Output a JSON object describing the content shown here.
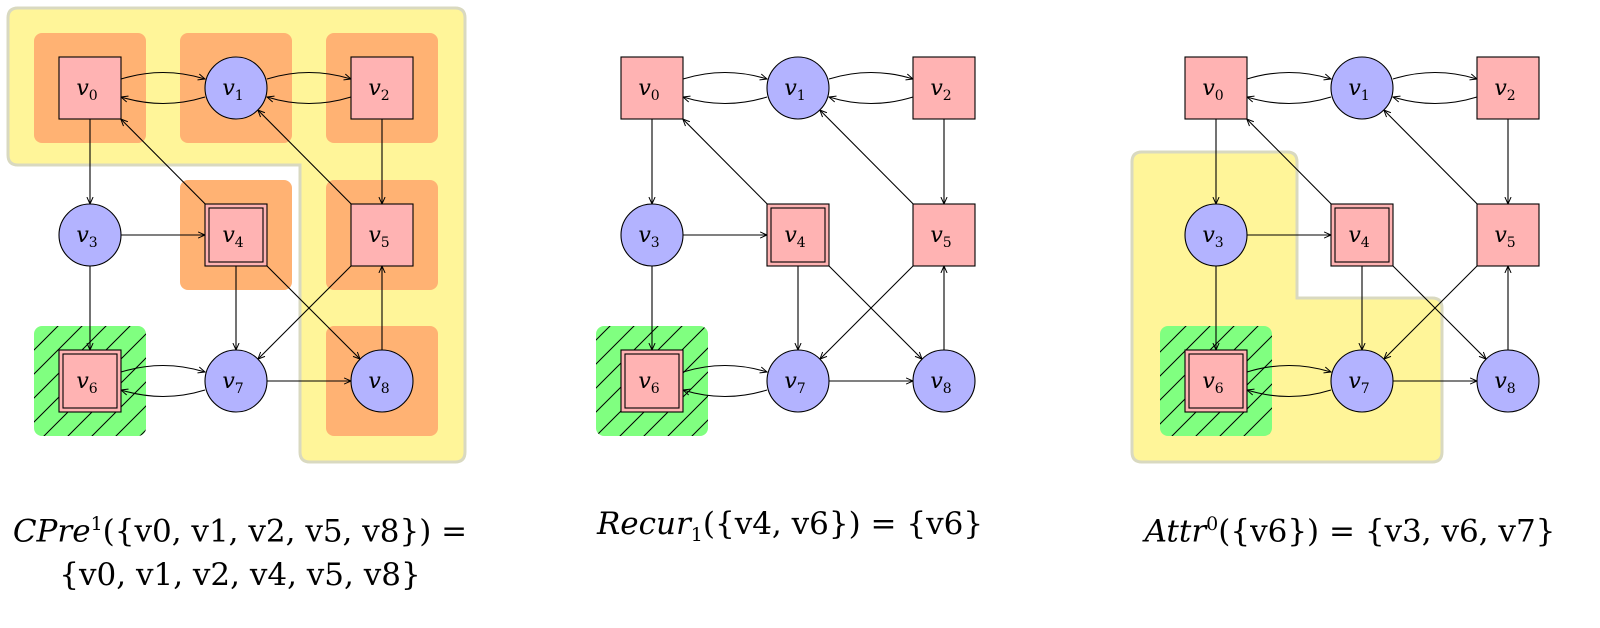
{
  "nodes": [
    {
      "id": "v0",
      "base": "v",
      "index": "0",
      "shape": "square"
    },
    {
      "id": "v1",
      "base": "v",
      "index": "1",
      "shape": "circle"
    },
    {
      "id": "v2",
      "base": "v",
      "index": "2",
      "shape": "square"
    },
    {
      "id": "v3",
      "base": "v",
      "index": "3",
      "shape": "circle"
    },
    {
      "id": "v4",
      "base": "v",
      "index": "4",
      "shape": "double-square"
    },
    {
      "id": "v5",
      "base": "v",
      "index": "5",
      "shape": "square"
    },
    {
      "id": "v6",
      "base": "v",
      "index": "6",
      "shape": "double-square"
    },
    {
      "id": "v7",
      "base": "v",
      "index": "7",
      "shape": "circle"
    },
    {
      "id": "v8",
      "base": "v",
      "index": "8",
      "shape": "circle"
    }
  ],
  "edges": [
    [
      "v0",
      "v1"
    ],
    [
      "v1",
      "v0"
    ],
    [
      "v1",
      "v2"
    ],
    [
      "v2",
      "v1"
    ],
    [
      "v0",
      "v3"
    ],
    [
      "v2",
      "v5"
    ],
    [
      "v3",
      "v4"
    ],
    [
      "v3",
      "v6"
    ],
    [
      "v4",
      "v0"
    ],
    [
      "v4",
      "v7"
    ],
    [
      "v4",
      "v8"
    ],
    [
      "v5",
      "v1"
    ],
    [
      "v5",
      "v7"
    ],
    [
      "v8",
      "v5"
    ],
    [
      "v6",
      "v7"
    ],
    [
      "v7",
      "v6"
    ],
    [
      "v7",
      "v8"
    ]
  ],
  "panels": [
    {
      "orange_highlighted": [
        "v0",
        "v1",
        "v2",
        "v4",
        "v5",
        "v8"
      ],
      "green_hatched": [
        "v6"
      ],
      "yellow_region": "top-row-and-right-column",
      "caption": {
        "fn": "CPre",
        "sup": "1",
        "sub": "",
        "arg_line1": "({v0, v1, v2, v5, v8}) =",
        "result_line2": "{v0, v1, v2, v4, v5, v8}"
      }
    },
    {
      "orange_highlighted": [],
      "green_hatched": [
        "v6"
      ],
      "yellow_region": "none",
      "caption": {
        "fn": "Recur",
        "sup": "",
        "sub": "1",
        "arg_line1": "({v4, v6}) = {v6}",
        "result_line2": ""
      }
    },
    {
      "orange_highlighted": [],
      "green_hatched": [
        "v6"
      ],
      "yellow_region": "v3-v6-v7",
      "caption": {
        "fn": "Attr",
        "sup": "0",
        "sub": "",
        "arg_line1": "({v6}) = {v3, v6, v7}",
        "result_line2": ""
      }
    }
  ],
  "colors": {
    "square_fill": "#ffb3b3",
    "circle_fill": "#b3b3ff",
    "orange_highlight": "#ffb273",
    "yellow_region": "#fff599",
    "yellow_border": "#d9d9c0",
    "green_hatch": "#80ff80",
    "stroke": "#000000"
  }
}
